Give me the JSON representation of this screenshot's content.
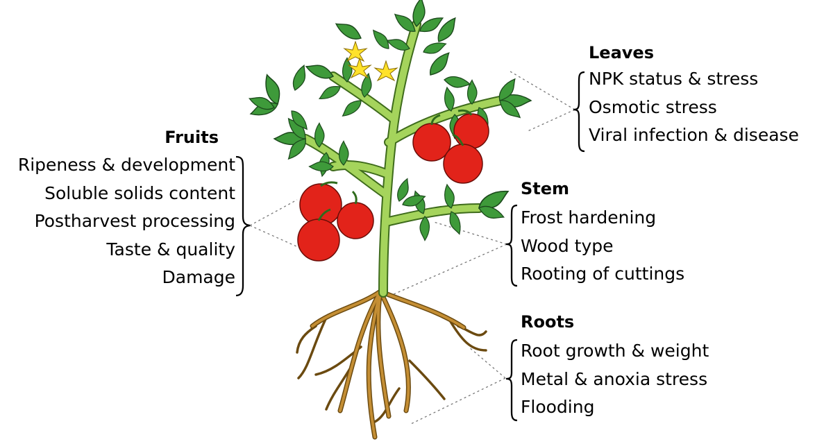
{
  "annotations": {
    "leaves": {
      "title": "Leaves",
      "items": [
        "NPK status & stress",
        "Osmotic stress",
        "Viral infection & disease"
      ]
    },
    "fruits": {
      "title": "Fruits",
      "items": [
        "Ripeness & development",
        "Soluble solids content",
        "Postharvest processing",
        "Taste & quality",
        "Damage"
      ]
    },
    "stem": {
      "title": "Stem",
      "items": [
        "Frost hardening",
        "Wood type",
        "Rooting of cuttings"
      ]
    },
    "roots": {
      "title": "Roots",
      "items": [
        "Root growth & weight",
        "Metal & anoxia stress",
        "Flooding"
      ]
    }
  },
  "colors": {
    "leaf": "#3e9a3a",
    "leaf_outline": "#1c4a1c",
    "stem": "#a5d45c",
    "fruit": "#e2231a",
    "flower": "#ffe22a",
    "root": "#b5812a",
    "connector": "#777777"
  }
}
